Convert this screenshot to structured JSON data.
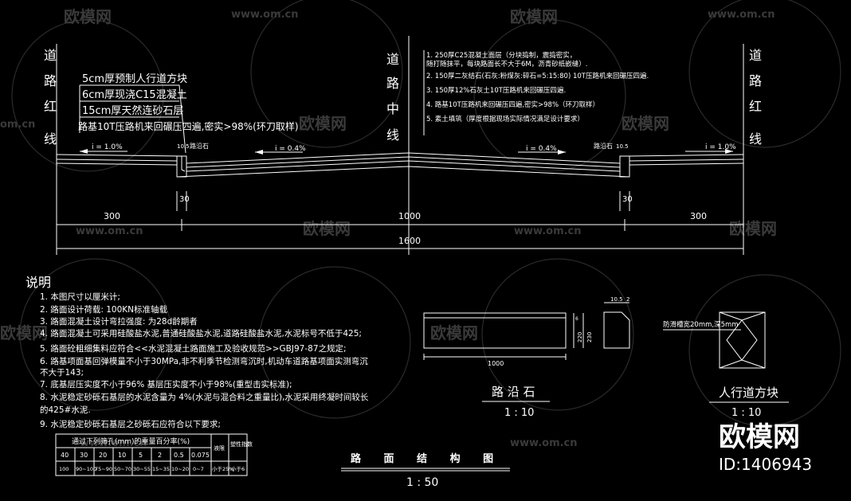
{
  "watermark": {
    "brand": "欧模网",
    "domain": "www.om.cn",
    "domain_short": "om.cn",
    "id": "ID:1406943"
  },
  "section": {
    "left_red_line": [
      "道",
      "路",
      "红",
      "线"
    ],
    "center_line": [
      "道",
      "路",
      "中",
      "线"
    ],
    "right_red_line": [
      "道",
      "路",
      "红",
      "线"
    ],
    "sidewalk_layers": [
      "5cm厚预制人行道方块",
      "6cm厚现浇C15混凝土",
      "15cm厚天然连砂石层",
      "路基10T压路机来回碾压四遍,密实>98%(环刀取样)"
    ],
    "road_layers": [
      "1. 250厚C25混凝土面层（分块捣制，震捣密实，",
      "    随打随抹平，每块路面长不大于6M，沥青砂纸嵌缝）.",
      "2. 150厚二灰结石(石灰:粉煤灰:碎石=5:15:80) 10T压路机来回碾压四遍.",
      "3. 150厚12%石灰土10T压路机来回碾压四遍.",
      "4. 路基10T压路机来回碾压四遍,密实>98%（环刀取样）",
      "5. 素土填筑（厚度根据现场实际情况满足设计要求）"
    ],
    "slope_left": "i = 1.0%",
    "slope_mid_left": "i = 0.4%",
    "slope_mid_right": "i = 0.4%",
    "slope_right": "i = 1.0%",
    "curb_label_left": "路沿石",
    "curb_label_right": "路沿石",
    "curb_dim": "10.5",
    "dim_30_left": "30",
    "dim_30_right": "30",
    "dim_300_left": "300",
    "dim_1000": "1000",
    "dim_300_right": "300",
    "dim_1600": "1600"
  },
  "notes": {
    "title": "说明",
    "items": [
      "1.   本图尺寸以厘米计;",
      "2.   路面设计荷载: 100KN标准轴载",
      "3.   路面混凝土设计弯拉强度:          为28d龄期者",
      "4.   路面混凝土可采用硅酸盐水泥,普通硅酸盐水泥,道路硅酸盐水泥,水泥标号不低于425;",
      "5.   路面砼粗细集料应符合<<水泥混凝土路面施工及验收规范>>GBJ97-87之规定;",
      "6.   路基项面基回弹模量不小于30MPa,非不利季节检测弯沉时,机动车道路基项面实测弯沉",
      "       不大于143;",
      "7.   底基层压实度不小于96%  基层压实度不小于98%(重型击实标准);",
      "8.   水泥稳定砂砾石基层的水泥含量为  4%(水泥与混合料之重量比),水泥采用终凝时间较长",
      "       的425#水泥.",
      "9.   水泥稳定砂砾石基层之砂砾石应符合以下要求;"
    ],
    "table": {
      "header": "通过下列筛孔(mm)的重量百分率(%)",
      "extra_headers": [
        "液限",
        "塑性指数"
      ],
      "sizes": [
        "40",
        "30",
        "20",
        "10",
        "5",
        "2",
        "0.5",
        "0.075"
      ],
      "values": [
        "100",
        "90~100",
        "75~90",
        "50~70",
        "30~55",
        "15~35",
        "10~20",
        "0~7",
        "小于25%",
        "小于6"
      ]
    }
  },
  "curb_detail": {
    "title": "路 沿 石",
    "scale": "1 : 10",
    "length": "1000",
    "height_a": "220",
    "height_b": "230",
    "dim_small": "6",
    "top_dim": "10.5",
    "top_dim2": "2"
  },
  "block_detail": {
    "title": "人行道方块",
    "scale": "1 : 10",
    "note": "防滑槽宽20mm,深5mm"
  },
  "main_title": {
    "title": "路 面 结 构 图",
    "scale": "1 : 50"
  }
}
